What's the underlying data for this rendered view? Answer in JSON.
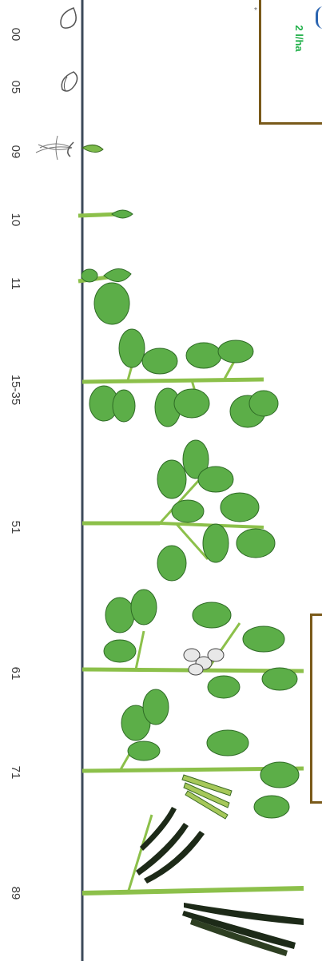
{
  "rate_label": "2 l/ha",
  "stages": [
    {
      "code": "00"
    },
    {
      "code": "05"
    },
    {
      "code": "09"
    },
    {
      "code": "10"
    },
    {
      "code": "11"
    },
    {
      "code": "15-35"
    },
    {
      "code": "51"
    },
    {
      "code": "61"
    },
    {
      "code": "71"
    },
    {
      "code": "89"
    }
  ],
  "colors": {
    "leaf": "#5cae48",
    "leaf_dark": "#2e6b25",
    "stem": "#8cc04a",
    "pod_dark": "#1d2a18",
    "flower": "#e8e8e8",
    "timeline": "#3c4a5a",
    "box_border": "#7a5a1a",
    "rate_text": "#22b04a"
  }
}
